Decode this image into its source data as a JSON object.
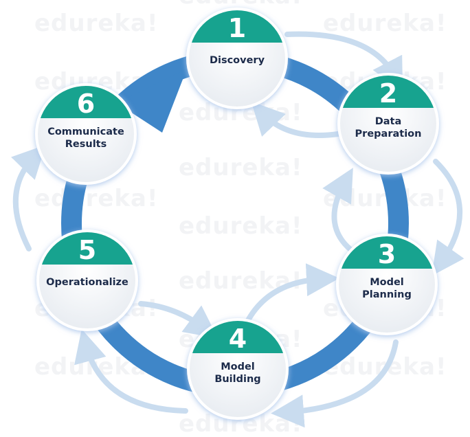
{
  "watermark": "edureka!",
  "colors": {
    "teal": "#17a38f",
    "ring_blue": "#3f86c8",
    "pale_arrow": "#c9dcef",
    "node_fill": "#f4f6f8",
    "label": "#1c2b4a"
  },
  "stages": [
    {
      "number": "1",
      "lines": [
        "Discovery"
      ]
    },
    {
      "number": "2",
      "lines": [
        "Data",
        "Preparation"
      ]
    },
    {
      "number": "3",
      "lines": [
        "Model",
        "Planning"
      ]
    },
    {
      "number": "4",
      "lines": [
        "Model",
        "Building"
      ]
    },
    {
      "number": "5",
      "lines": [
        "Operationalize"
      ]
    },
    {
      "number": "6",
      "lines": [
        "Communicate",
        "Results"
      ]
    }
  ]
}
